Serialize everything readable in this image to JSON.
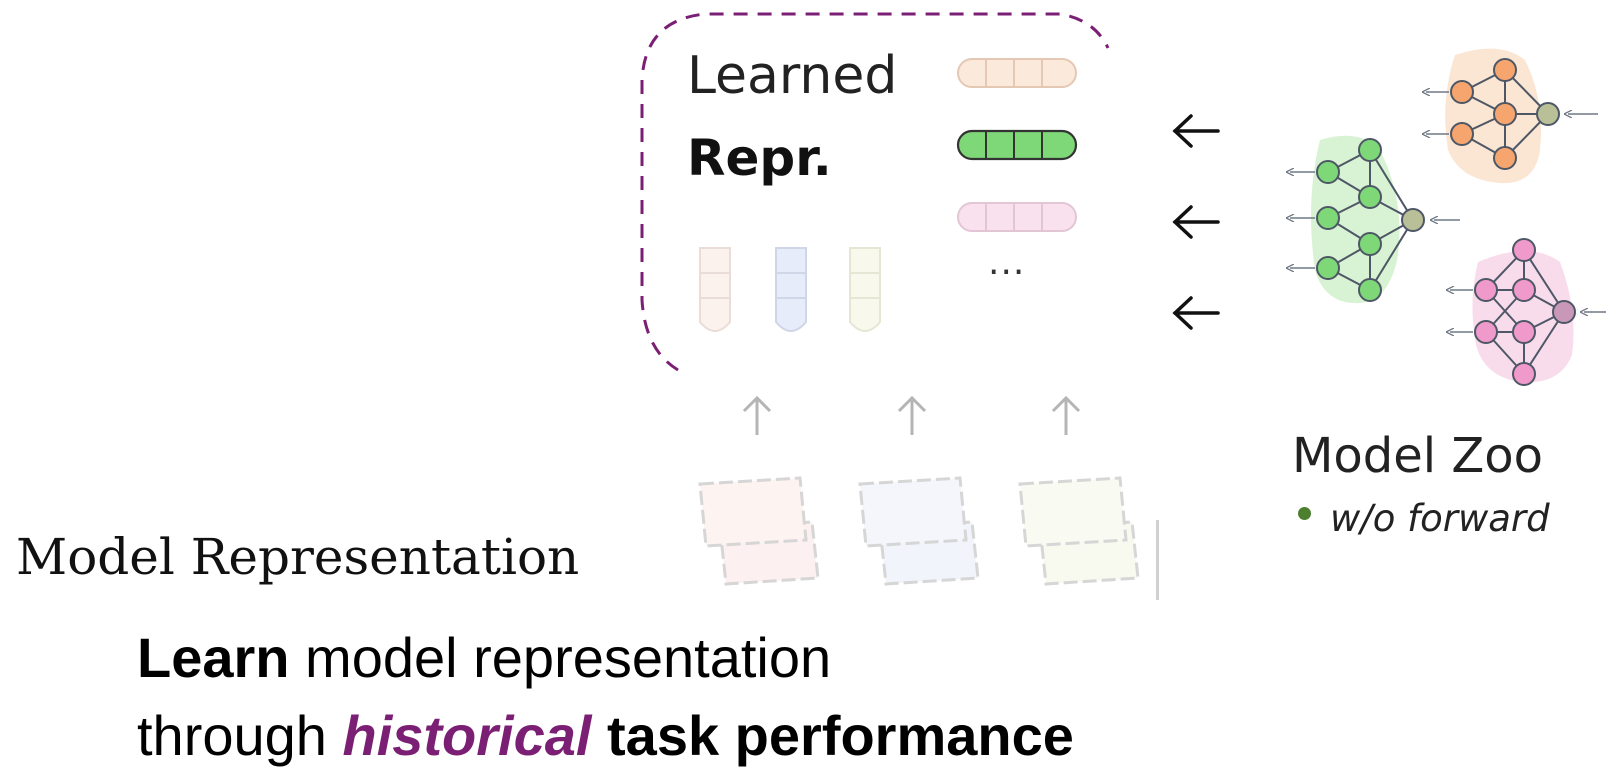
{
  "diagram": {
    "learned_label": "Learned",
    "repr_label": "Repr.",
    "ellipsis": "...",
    "model_zoo_label": "Model Zoo",
    "model_zoo_note": "w/o forward",
    "colors": {
      "dashed_border": "#7b1f74",
      "orange": "#f6a56e",
      "green": "#7fd877",
      "pink": "#ef9acb",
      "output_node": "#b9bf97",
      "pink_output_node": "#c998b8",
      "arrow": "#111111",
      "faint_arrow": "#b5b5b5"
    },
    "icons": [
      "left-arrow-icon",
      "up-arrow-icon",
      "neural-network-icon",
      "task-card-icon",
      "embedding-bar-icon"
    ]
  },
  "slide": {
    "title": "Model Representation",
    "line1_bold": "Learn",
    "line1_rest": " model representation",
    "line2_start": "through ",
    "line2_emph": "historical",
    "line2_space": " ",
    "line2_bold": "task performance"
  }
}
